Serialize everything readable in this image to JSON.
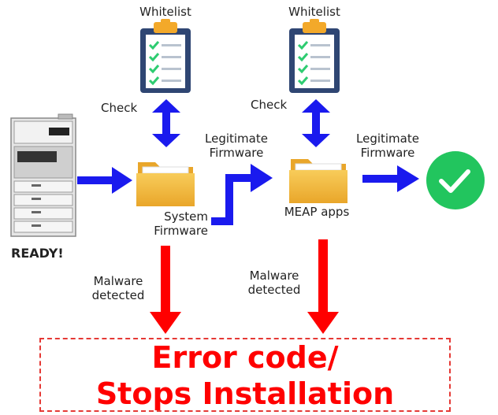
{
  "whitelist_left": "Whitelist",
  "whitelist_right": "Whitelist",
  "check_left": "Check",
  "check_right": "Check",
  "legit_left": [
    "Legitimate",
    "Firmware"
  ],
  "legit_right": [
    "Legitimate",
    "Firmware"
  ],
  "system_firmware": [
    "System",
    "Firmware"
  ],
  "meap_apps": "MEAP apps",
  "ready": "READY!",
  "malware_left": [
    "Malware",
    "detected"
  ],
  "malware_right": [
    "Malware",
    "detected"
  ],
  "error": [
    "Error code/",
    "Stops Installation"
  ],
  "colors": {
    "flow_arrow": "#1a1aee",
    "error_arrow": "#ff0000",
    "folder": "#f4b73c",
    "check_circle": "#22c55e",
    "clipboard": "#2f4673",
    "check_marks": "#2ecc71"
  },
  "icons": [
    "printer-icon",
    "clipboard-icon",
    "folder-icon",
    "check-circle-icon"
  ]
}
